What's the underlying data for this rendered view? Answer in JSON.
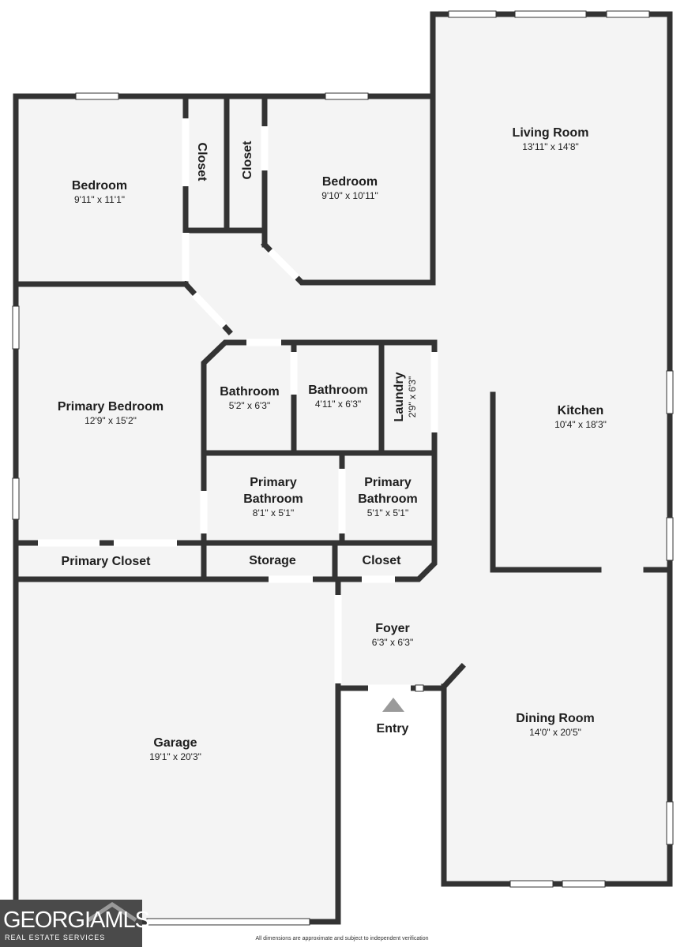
{
  "rooms": {
    "living_room": {
      "name": "Living Room",
      "dim": "13'11\" x 14'8\""
    },
    "bedroom_1": {
      "name": "Bedroom",
      "dim": "9'11\" x 11'1\""
    },
    "closet_1": {
      "name": "Closet"
    },
    "closet_2": {
      "name": "Closet"
    },
    "bedroom_2": {
      "name": "Bedroom",
      "dim": "9'10\" x 10'11\""
    },
    "primary_bedroom": {
      "name": "Primary Bedroom",
      "dim": "12'9\" x 15'2\""
    },
    "bathroom_1": {
      "name": "Bathroom",
      "dim": "5'2\" x 6'3\""
    },
    "bathroom_2": {
      "name": "Bathroom",
      "dim": "4'11\" x 6'3\""
    },
    "laundry": {
      "name": "Laundry",
      "dim": "2'9\" x 6'3\""
    },
    "kitchen": {
      "name": "Kitchen",
      "dim": "10'4\" x 18'3\""
    },
    "primary_bathroom_1": {
      "name_line1": "Primary",
      "name_line2": "Bathroom",
      "dim": "8'1\" x 5'1\""
    },
    "primary_bathroom_2": {
      "name_line1": "Primary",
      "name_line2": "Bathroom",
      "dim": "5'1\" x 5'1\""
    },
    "primary_closet": {
      "name": "Primary Closet"
    },
    "storage": {
      "name": "Storage"
    },
    "closet_3": {
      "name": "Closet"
    },
    "foyer": {
      "name": "Foyer",
      "dim": "6'3\" x 6'3\""
    },
    "dining_room": {
      "name": "Dining Room",
      "dim": "14'0\" x 20'5\""
    },
    "garage": {
      "name": "Garage",
      "dim": "19'1\" x 20'3\""
    }
  },
  "entry": {
    "label": "Entry"
  },
  "logo": {
    "brand": "GEORGIAMLS",
    "subtitle": "REAL ESTATE SERVICES"
  },
  "disclaimer": "All dimensions are approximate and subject to independent verification"
}
